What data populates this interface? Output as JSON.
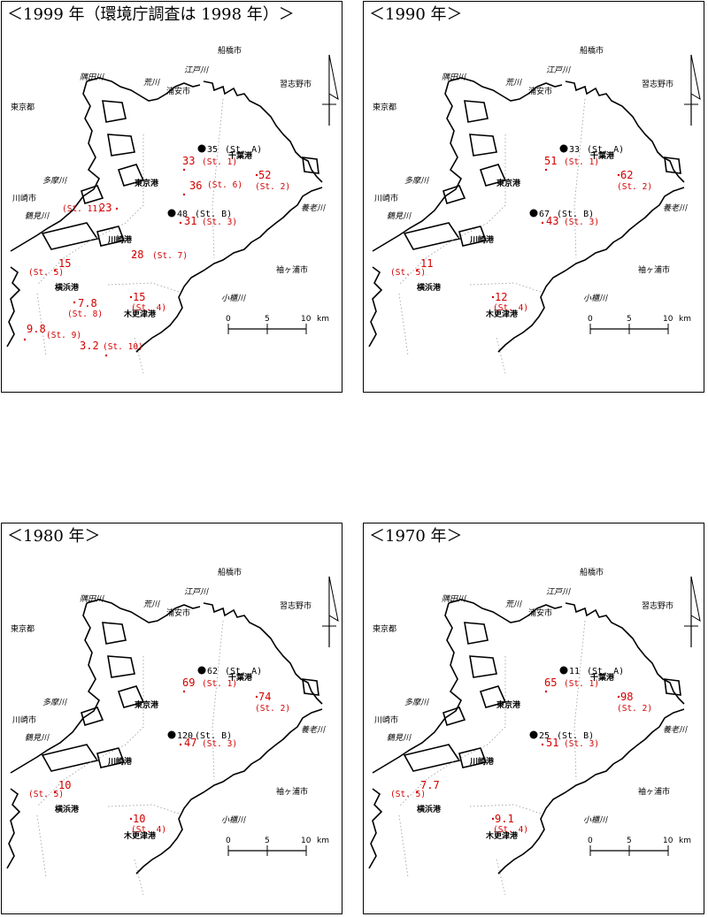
{
  "panels": [
    {
      "title": "＜1999 年（環境庁調査は 1998 年）＞",
      "values": {
        "stA": "35",
        "stB": "48",
        "st1": "33",
        "st2": "52",
        "st3": "31",
        "st4": "15",
        "st5": "15",
        "st6": "36",
        "st7": "28",
        "st8": "7.8",
        "st9": "9.8",
        "st10": "3.2",
        "st11": "23"
      }
    },
    {
      "title": "＜1990 年＞",
      "values": {
        "stA": "33",
        "stB": "67",
        "st1": "51",
        "st2": "62",
        "st3": "43",
        "st4": "12",
        "st5": "11"
      }
    },
    {
      "title": "＜1980 年＞",
      "values": {
        "stA": "62",
        "stB": "120",
        "st1": "69",
        "st2": "74",
        "st3": "47",
        "st4": "10",
        "st5": "10"
      }
    },
    {
      "title": "＜1970 年＞",
      "values": {
        "stA": "11",
        "stB": "25",
        "st1": "65",
        "st2": "98",
        "st3": "51",
        "st4": "9.1",
        "st5": "7.7"
      }
    }
  ],
  "station_labels": {
    "stA": "(St. A)",
    "stB": "(St. B)",
    "st1": "(St. 1)",
    "st2": "(St. 2)",
    "st3": "(St. 3)",
    "st4": "(St. 4)",
    "st5": "(St. 5)",
    "st6": "(St. 6)",
    "st7": "(St. 7)",
    "st8": "(St. 8)",
    "st9": "(St. 9)",
    "st10": "(St. 10)",
    "st11": "(St. 11)"
  },
  "places": {
    "funabashi": "船橋市",
    "edogawa": "江戸川",
    "arakawa": "荒川",
    "sumidagawa": "隅田川",
    "urayasu": "浦安市",
    "narashino": "習志野市",
    "tokyo_to": "東京都",
    "tokyo_port": "東京港",
    "chiba_port": "千葉港",
    "tamagawa": "多摩川",
    "kawasaki_shi": "川崎市",
    "tsurumigawa": "鶴見川",
    "kawasaki_port": "川崎港",
    "yoro": "養老川",
    "sodegaura": "袖ヶ浦市",
    "yokohama_port": "横浜港",
    "obitsu": "小櫃川",
    "kisarazu_port": "木更津港"
  },
  "scale_bar": {
    "ticks": [
      "0",
      "5",
      "10"
    ],
    "unit": "km"
  },
  "colors": {
    "value_red": "#d40000",
    "station_black": "#000000"
  }
}
